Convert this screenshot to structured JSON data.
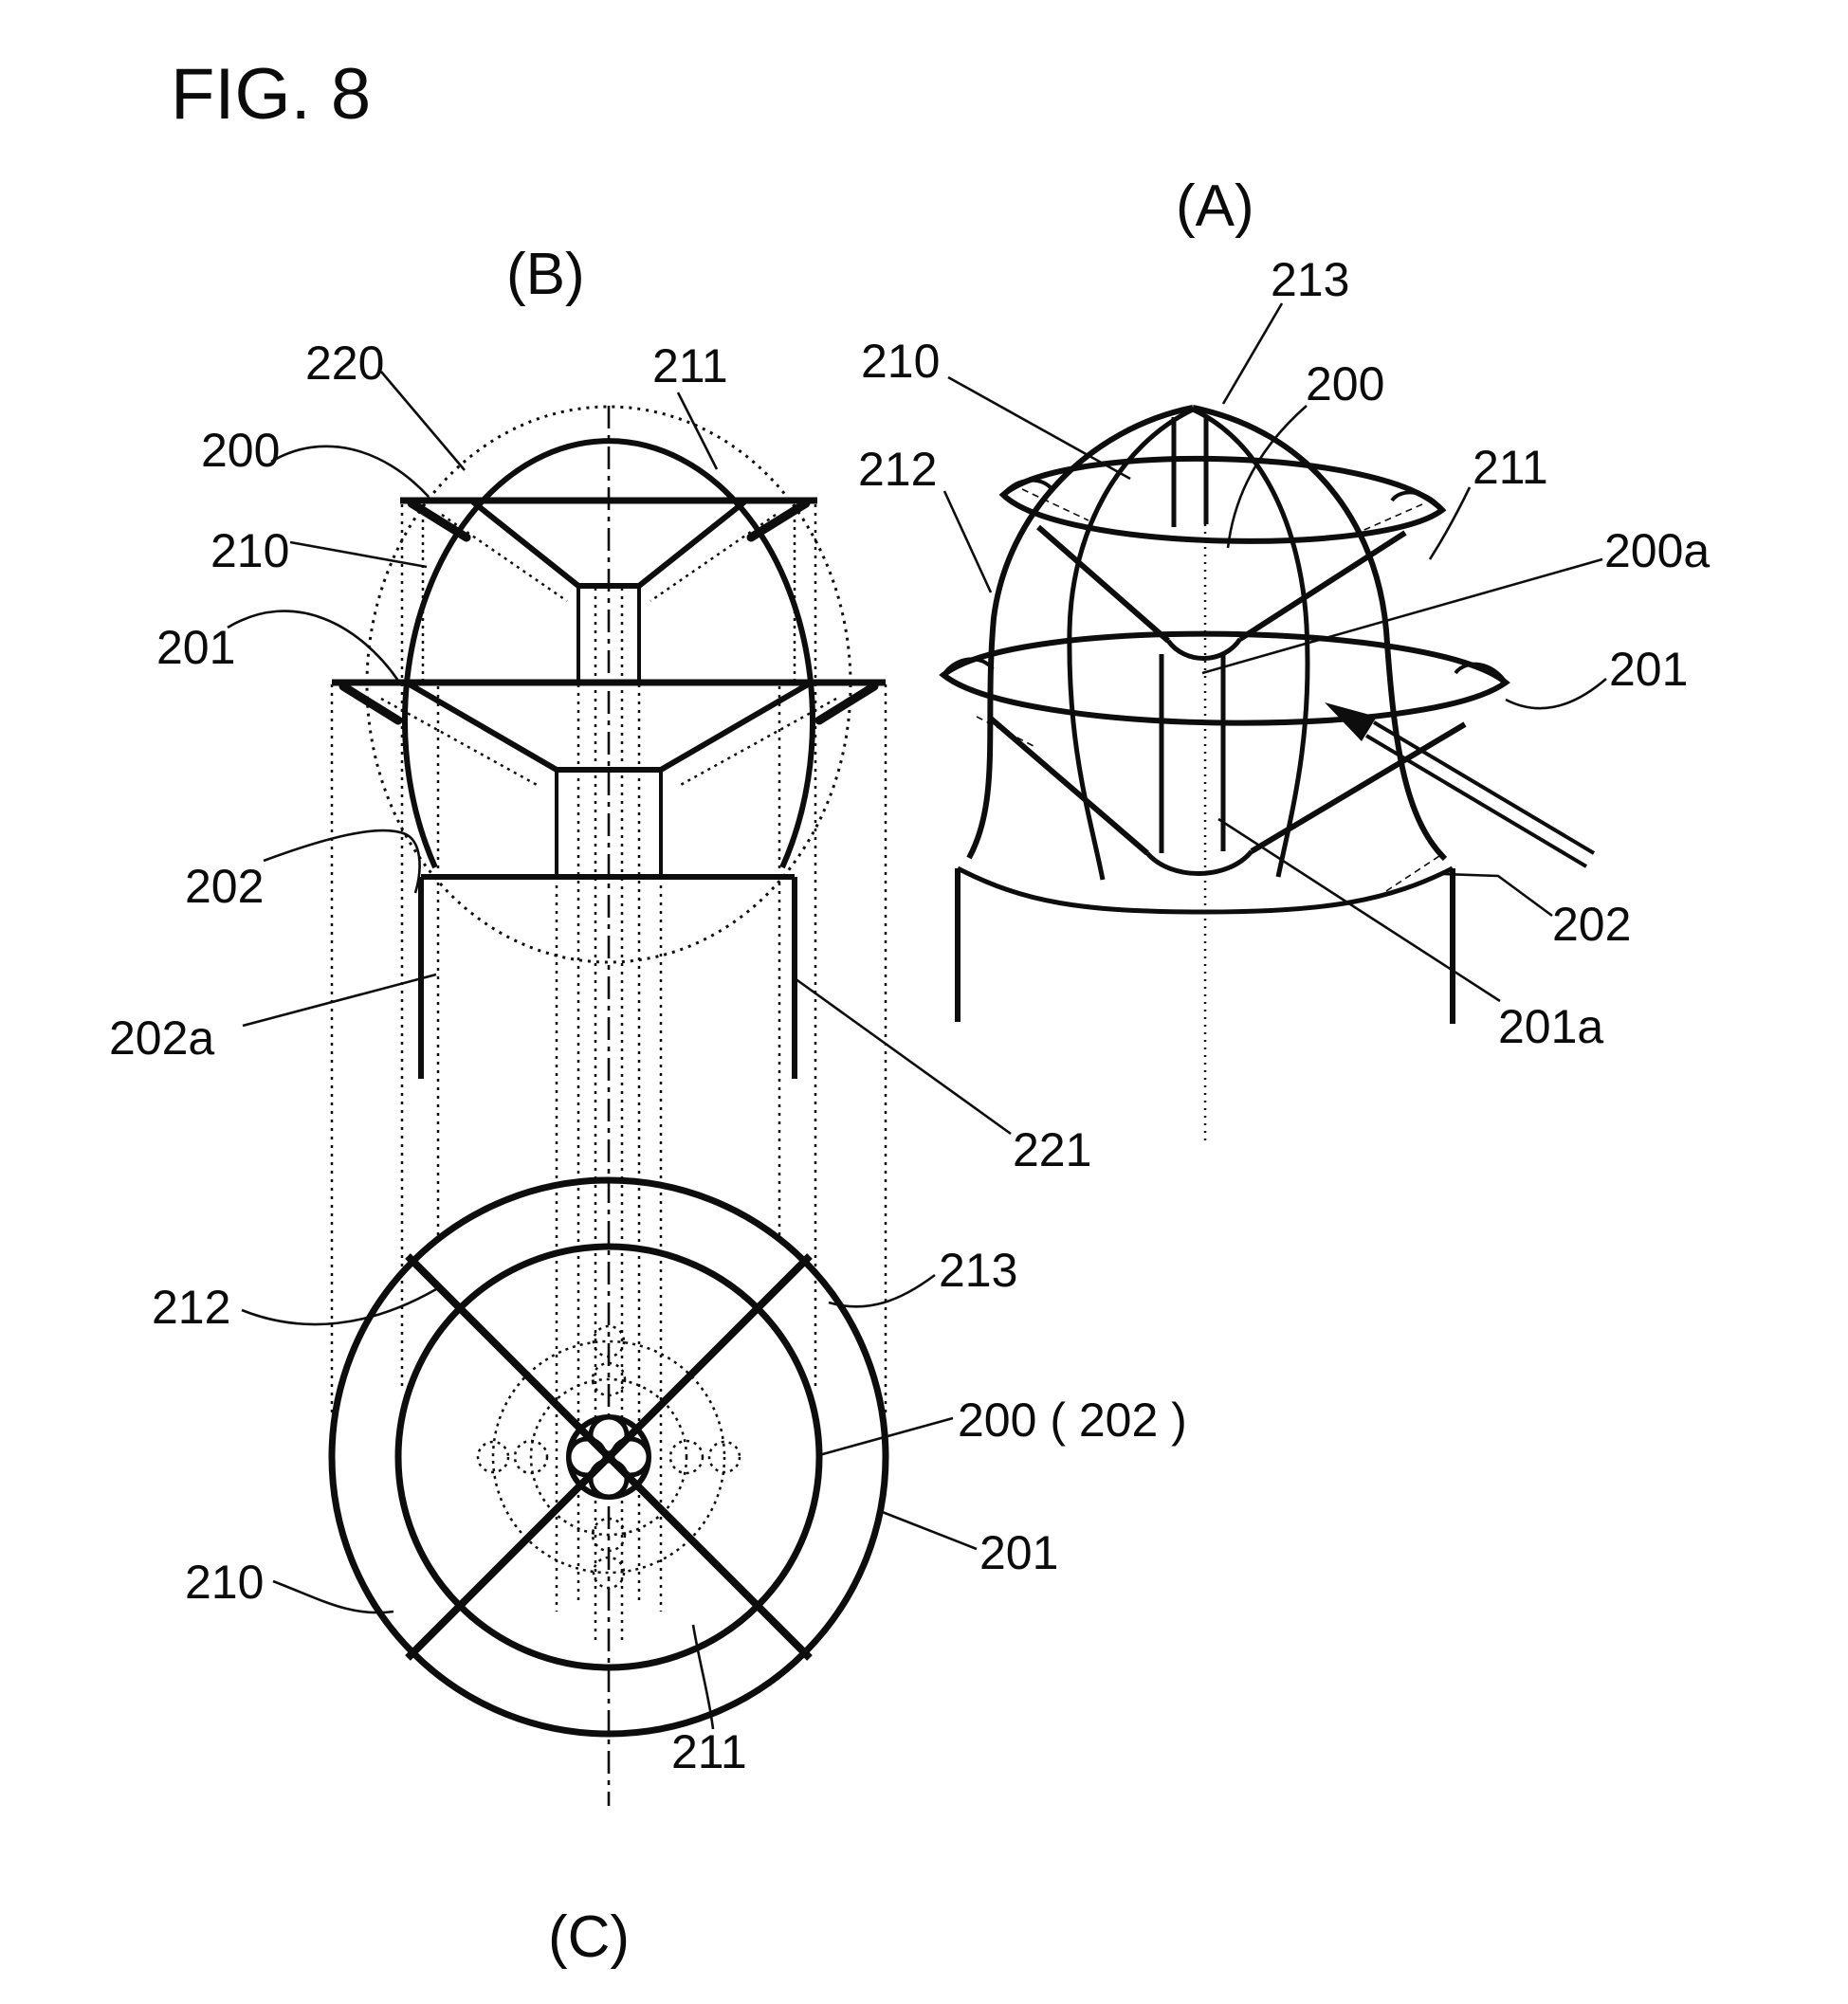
{
  "figure": {
    "title": "FIG. 8",
    "type": "patent-drawing",
    "views": {
      "a": {
        "label": "(A)",
        "description": "perspective view of egg-shaped device with two rims on a cylindrical base"
      },
      "b": {
        "label": "(B)",
        "description": "front elevation view with projection lines"
      },
      "c": {
        "label": "(C)",
        "description": "top plan view with concentric circles and cross strips"
      }
    }
  },
  "labels": {
    "fig_title": "FIG. 8",
    "view_a": "(A)",
    "view_b": "(B)",
    "view_c": "(C)",
    "b220": "220",
    "b200": "200",
    "b210": "210",
    "b201": "201",
    "b211": "211",
    "b202": "202",
    "b202a": "202a",
    "b221": "221",
    "a213": "213",
    "a200": "200",
    "a210": "210",
    "a212": "212",
    "a211": "211",
    "a200a": "200a",
    "a201": "201",
    "a202": "202",
    "a201a": "201a",
    "c212": "212",
    "c213": "213",
    "c200_202": "200 ( 202 )",
    "c201": "201",
    "c210": "210",
    "c211": "211"
  },
  "line_style": {
    "ink": "#0d0d0d",
    "background": "#ffffff"
  }
}
